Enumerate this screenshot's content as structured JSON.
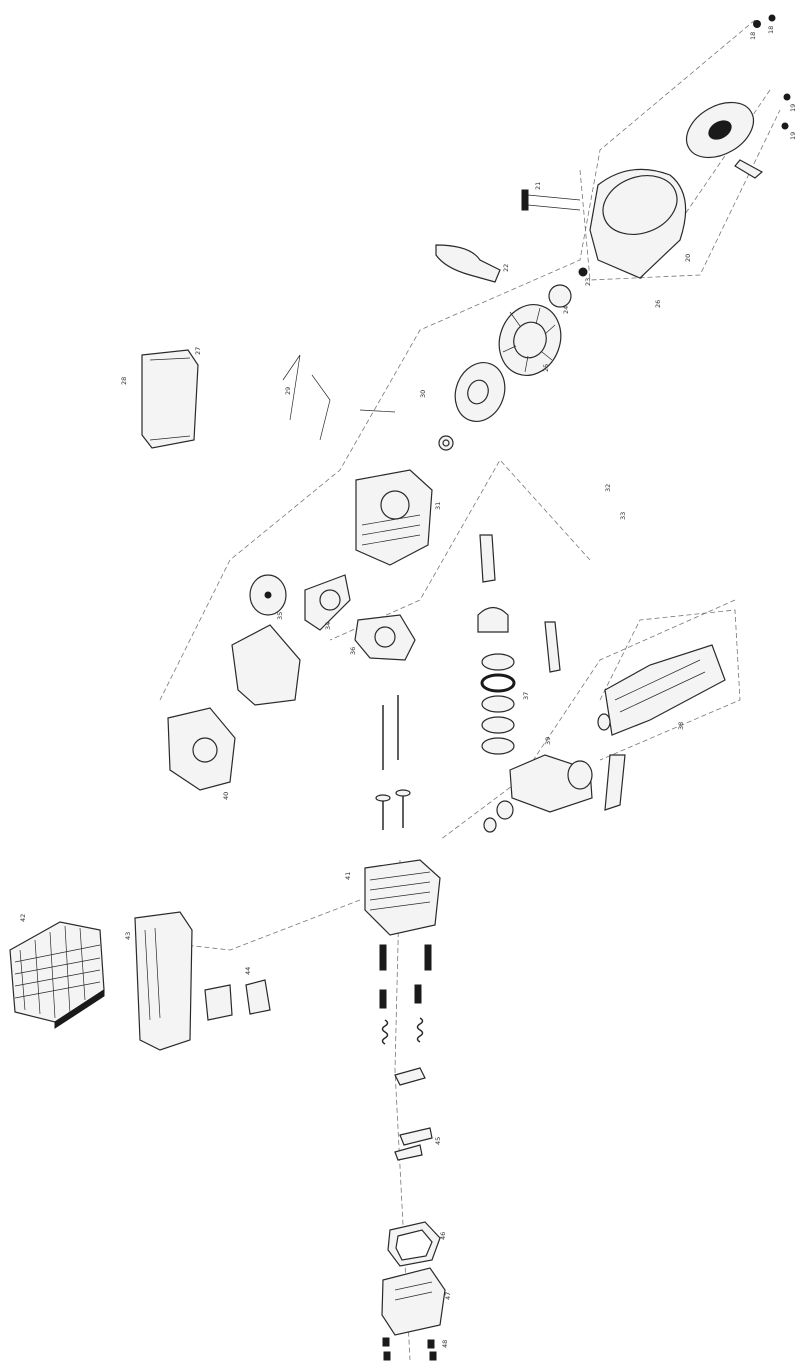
{
  "diagram": {
    "type": "exploded parts view",
    "labels": [
      "18",
      "18",
      "19",
      "19",
      "20",
      "21",
      "22",
      "23",
      "24",
      "25",
      "26",
      "27",
      "28",
      "29",
      "30",
      "31",
      "32",
      "33",
      "34",
      "35",
      "36",
      "37",
      "38",
      "39",
      "40",
      "41",
      "42",
      "43",
      "44",
      "45",
      "46",
      "47",
      "48"
    ]
  }
}
